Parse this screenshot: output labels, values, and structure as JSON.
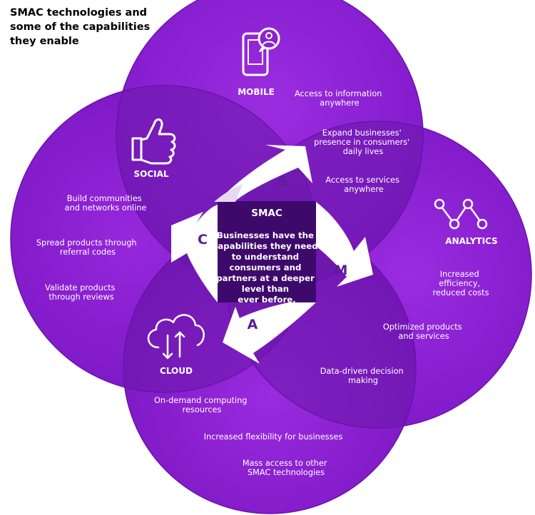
{
  "title_lines": [
    "SMAC technologies and",
    "some of the capabilities",
    "they enable"
  ],
  "colors": {
    "circle_fill": "#8a1fd0",
    "circle_edge": "#6f14b8",
    "overlap": "#5b1590",
    "center": "#3a0a66",
    "arrow": "#ffffff",
    "letter": "#5a1e96"
  },
  "center": {
    "title": "SMAC",
    "lines": [
      "Businesses have the",
      "capabilities they need",
      "to understand",
      "consumers and",
      "partners at a deeper",
      "level than",
      "ever before."
    ]
  },
  "arrows": [
    {
      "id": "s",
      "letter": "S"
    },
    {
      "id": "m",
      "letter": "M"
    },
    {
      "id": "a",
      "letter": "A"
    },
    {
      "id": "c",
      "letter": "C"
    }
  ],
  "segments": {
    "mobile": {
      "heading": "MOBILE",
      "icon": "mobile-user-icon",
      "capabilities": [
        [
          "Access to information",
          "anywhere"
        ],
        [
          "Expand businesses'",
          "presence in consumers'",
          "daily lives"
        ],
        [
          "Access to services",
          "anywhere"
        ]
      ]
    },
    "social": {
      "heading": "SOCIAL",
      "icon": "thumbs-up-icon",
      "capabilities": [
        [
          "Build communities",
          "and networks online"
        ],
        [
          "Spread products through",
          "referral codes"
        ],
        [
          "Validate products",
          "through reviews"
        ]
      ]
    },
    "analytics": {
      "heading": "ANALYTICS",
      "icon": "line-graph-icon",
      "capabilities": [
        [
          "Increased",
          "efficiency,",
          "reduced costs"
        ],
        [
          "Optimized products",
          "and services"
        ],
        [
          "Data-driven decision",
          "making"
        ]
      ]
    },
    "cloud": {
      "heading": "CLOUD",
      "icon": "cloud-transfer-icon",
      "capabilities": [
        [
          "On-demand computing",
          "resources"
        ],
        [
          "Increased flexibility for businesses"
        ],
        [
          "Mass access to other",
          "SMAC technologies"
        ]
      ]
    }
  }
}
